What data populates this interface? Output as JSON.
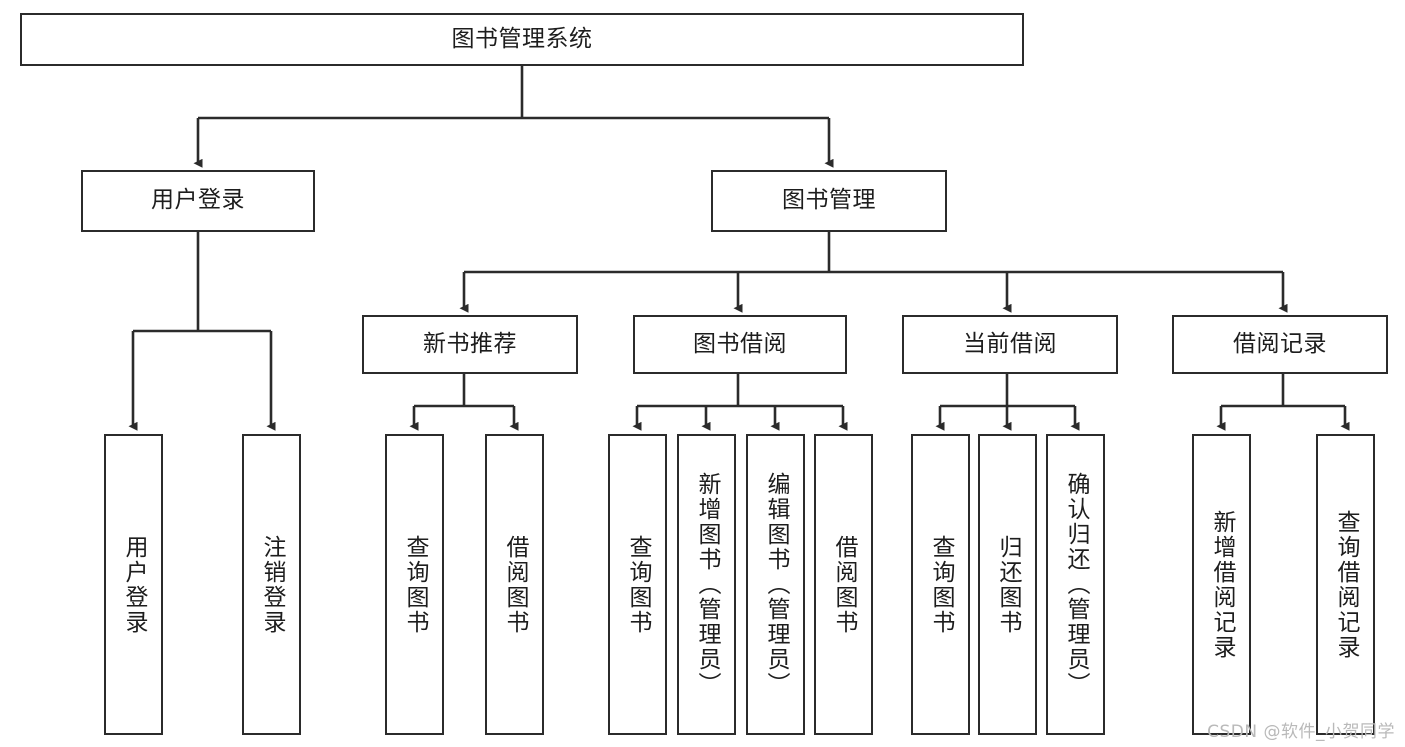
{
  "diagram": {
    "type": "tree-hierarchy",
    "title": "图书管理系统",
    "orientation": "top-down",
    "colors": {
      "box_border": "#2b2b2b",
      "box_fill": "#ffffff",
      "connector": "#2b2b2b",
      "text": "#1d1d1d",
      "watermark": "#b9b9b9",
      "background": "#ffffff"
    },
    "root": {
      "label": "图书管理系统",
      "level": 0
    },
    "level2": [
      {
        "label": "用户登录"
      },
      {
        "label": "图书管理"
      }
    ],
    "level3": [
      {
        "label": "新书推荐"
      },
      {
        "label": "图书借阅"
      },
      {
        "label": "当前借阅"
      },
      {
        "label": "借阅记录"
      }
    ],
    "leaves": {
      "user_login": [
        {
          "label": "用户登录"
        },
        {
          "label": "注销登录"
        }
      ],
      "new_book_recommend": [
        {
          "label": "查询图书"
        },
        {
          "label": "借阅图书"
        }
      ],
      "book_borrow": [
        {
          "label": "查询图书"
        },
        {
          "label": "新增图书（管理员）"
        },
        {
          "label": "编辑图书（管理员）"
        },
        {
          "label": "借阅图书"
        }
      ],
      "current_borrow": [
        {
          "label": "查询图书"
        },
        {
          "label": "归还图书"
        },
        {
          "label": "确认归还（管理员）"
        }
      ],
      "borrow_record": [
        {
          "label": "新增借阅记录"
        },
        {
          "label": "查询借阅记录"
        }
      ]
    },
    "watermark": "CSDN @软件_小贺同学"
  }
}
